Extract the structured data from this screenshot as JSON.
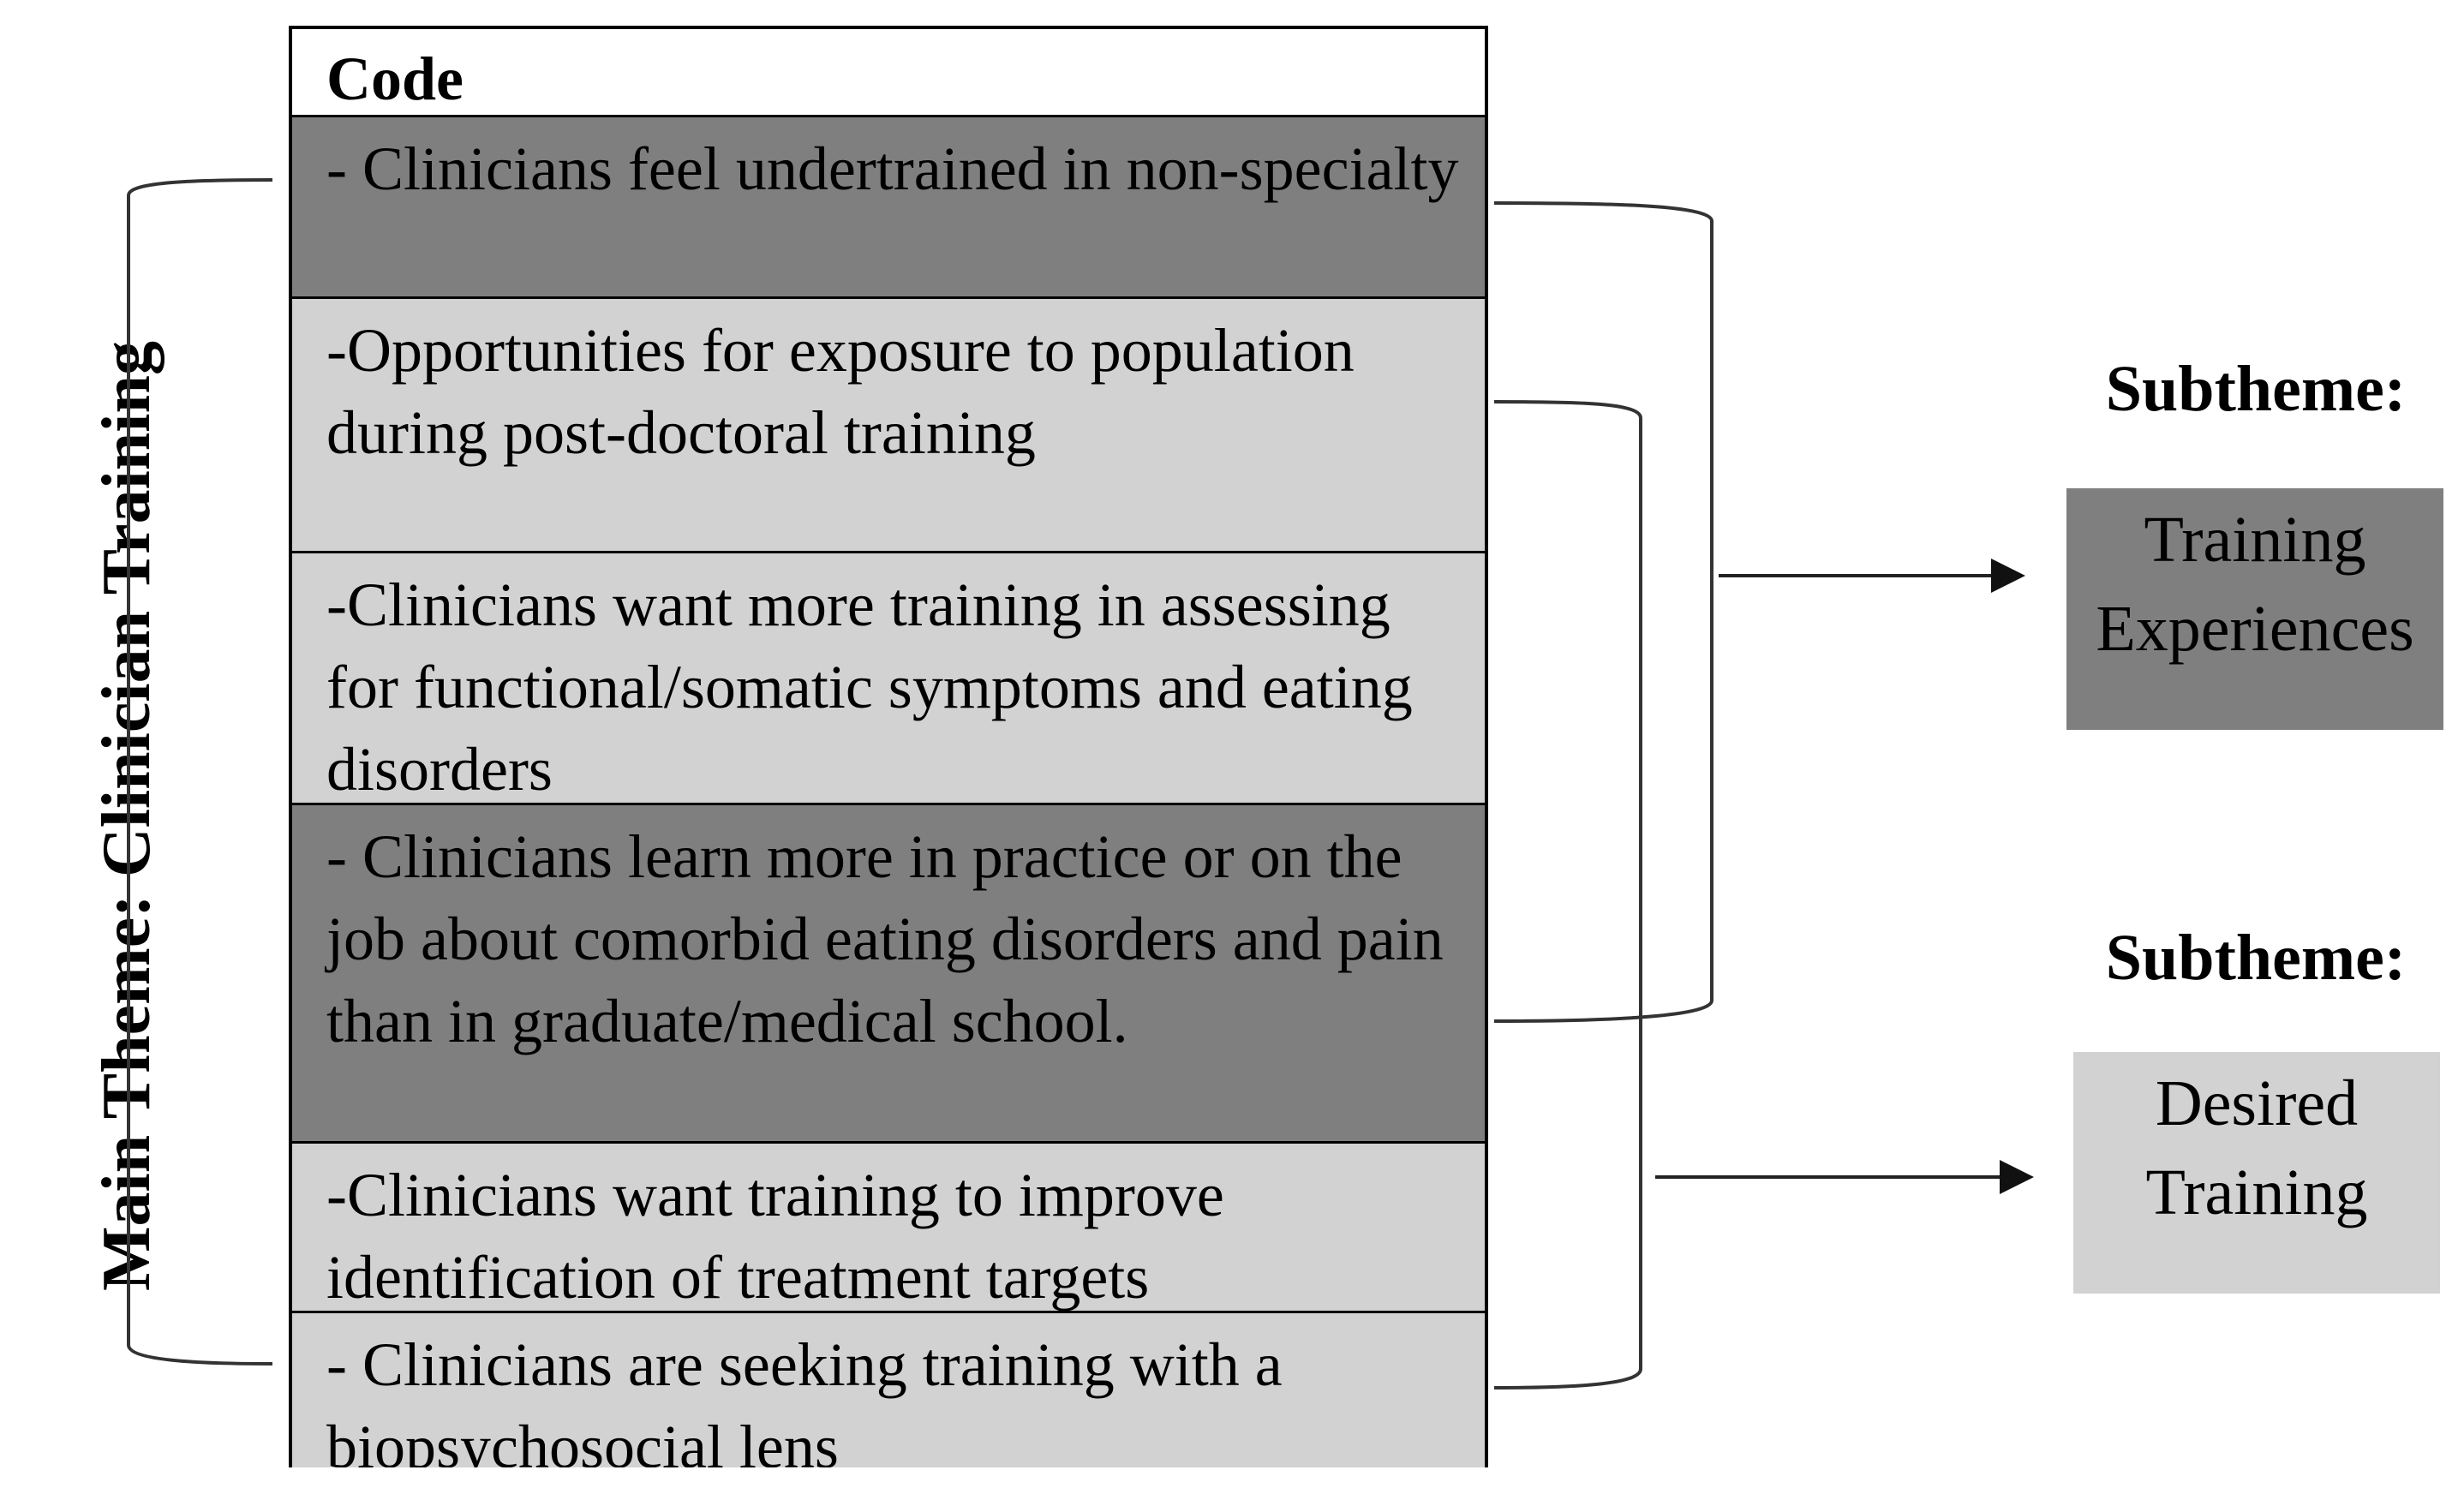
{
  "main_theme": {
    "label": "Main Theme: Clinician Training"
  },
  "table": {
    "header": "Code",
    "rows": [
      {
        "text": "- Clinicians feel undertrained in non-specialty",
        "shade": "dark"
      },
      {
        "text": "-Opportunities for exposure to population during post-doctoral training",
        "shade": "light"
      },
      {
        "text": "-Clinicians want more training in assessing for functional/somatic symptoms and eating disorders",
        "shade": "light"
      },
      {
        "text": "- Clinicians learn more in practice or on the job about comorbid eating disorders and pain than in graduate/medical school.",
        "shade": "dark"
      },
      {
        "text": "-Clinicians want training to improve identification of treatment targets",
        "shade": "light"
      },
      {
        "text": "- Clinicians are seeking training with a biopsychosocial lens",
        "shade": "light"
      }
    ]
  },
  "subthemes": [
    {
      "heading": "Subtheme:",
      "name": "Training Experiences",
      "shade": "dark"
    },
    {
      "heading": "Subtheme:",
      "name": "Desired Training",
      "shade": "light"
    }
  ],
  "colors": {
    "dark": "#7f7f7f",
    "light": "#d2d2d2",
    "line": "#222222"
  }
}
